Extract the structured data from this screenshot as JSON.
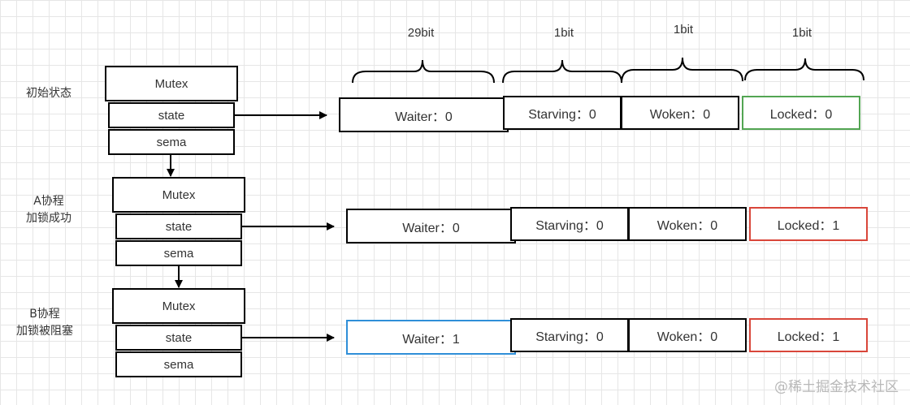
{
  "bit_widths": [
    "29bit",
    "1bit",
    "1bit",
    "1bit"
  ],
  "rows": [
    {
      "label_line1": "初始状态",
      "label_line2": "",
      "struct": {
        "title": "Mutex",
        "state": "state",
        "sema": "sema"
      },
      "fields": [
        {
          "text": "Waiter：0",
          "highlight": ""
        },
        {
          "text": "Starving：0",
          "highlight": ""
        },
        {
          "text": "Woken：0",
          "highlight": ""
        },
        {
          "text": "Locked：0",
          "highlight": "green"
        }
      ]
    },
    {
      "label_line1": "A协程",
      "label_line2": "加锁成功",
      "struct": {
        "title": "Mutex",
        "state": "state",
        "sema": "sema"
      },
      "fields": [
        {
          "text": "Waiter：0",
          "highlight": ""
        },
        {
          "text": "Starving：0",
          "highlight": ""
        },
        {
          "text": "Woken：0",
          "highlight": ""
        },
        {
          "text": "Locked：1",
          "highlight": "red"
        }
      ]
    },
    {
      "label_line1": "B协程",
      "label_line2": "加锁被阻塞",
      "struct": {
        "title": "Mutex",
        "state": "state",
        "sema": "sema"
      },
      "fields": [
        {
          "text": "Waiter：1",
          "highlight": "blue"
        },
        {
          "text": "Starving：0",
          "highlight": ""
        },
        {
          "text": "Woken：0",
          "highlight": ""
        },
        {
          "text": "Locked：1",
          "highlight": "red"
        }
      ]
    }
  ],
  "watermark": "@稀土掘金技术社区",
  "colors": {
    "green": "#52a552",
    "red": "#d9463a",
    "blue": "#2f8fd8",
    "border": "#000000"
  }
}
